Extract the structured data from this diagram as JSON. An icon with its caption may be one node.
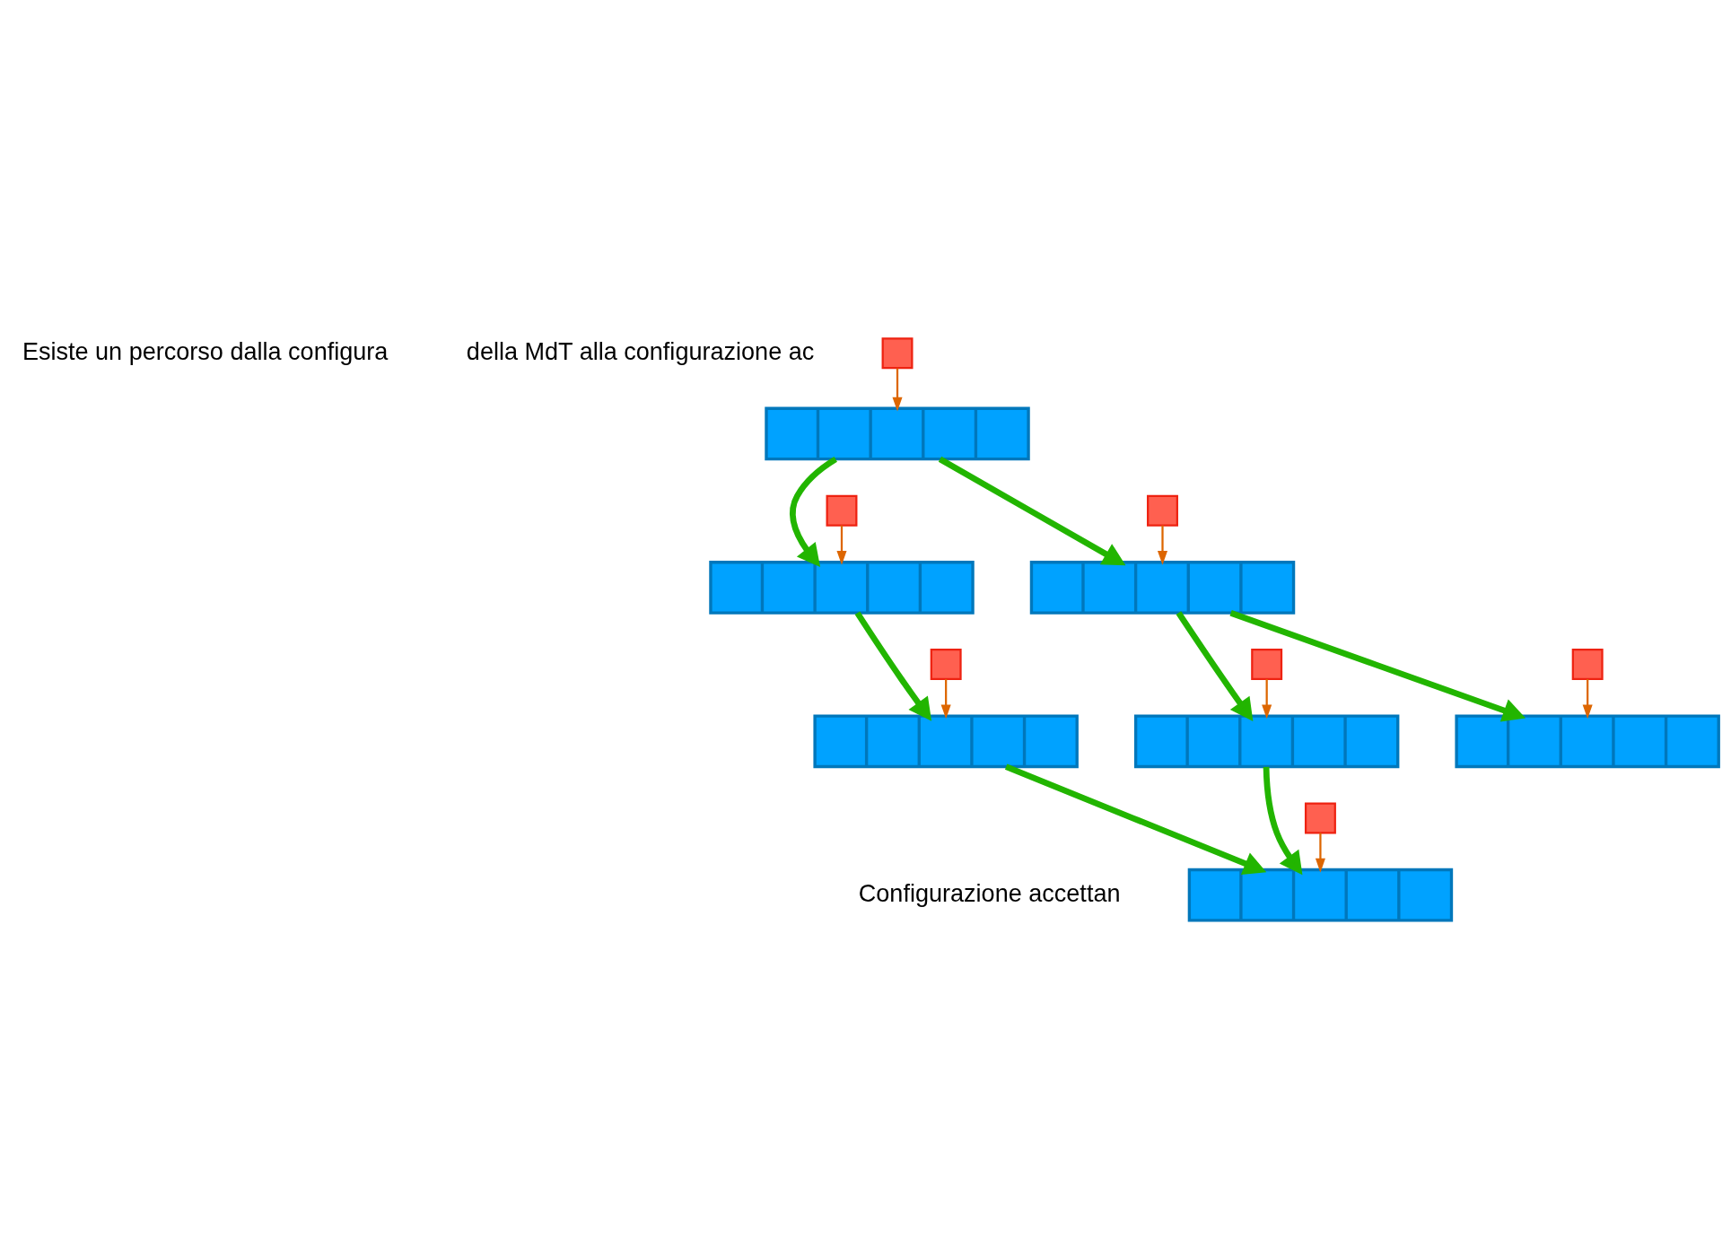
{
  "diagram": {
    "nodes": [
      {
        "text": [],
        "shape": "box"
      },
      {
        "text": [],
        "shape": "bar"
      },
      {
        "text": [],
        "shape": "box"
      },
      {
        "text": [],
        "shape": "bar"
      },
      {
        "text": [],
        "shape": "box"
      },
      {
        "text": [],
        "shape": "bar"
      },
      {
        "text": [],
        "shape": "box"
      },
      {
        "text": [],
        "shape": "bar"
      },
      {
        "text": [],
        "shape": "box"
      },
      {
        "text": [],
        "shape": "bar"
      },
      {
        "text": [],
        "shape": "box"
      },
      {
        "text": [],
        "shape": "bar"
      },
      {
        "text": [],
        "shape": "box"
      },
      {
        "text": [],
        "shape": "bar"
      }
    ],
    "edges": [
      {
        "from": 0,
        "to": 1,
        "arrow": "to",
        "color": "#dd6600"
      },
      {
        "from": 2,
        "to": 3,
        "arrow": "to",
        "color": "#dd6600"
      },
      {
        "from": 4,
        "to": 5,
        "arrow": "to",
        "color": "#dd6600"
      },
      {
        "from": 6,
        "to": 7,
        "arrow": "to",
        "color": "#dd6600"
      },
      {
        "from": 8,
        "to": 9,
        "arrow": "to",
        "color": "#dd6600"
      },
      {
        "from": 10,
        "to": 11,
        "arrow": "to",
        "color": "#dd6600"
      },
      {
        "from": 12,
        "to": 13,
        "arrow": "to",
        "color": "#dd6600"
      },
      {
        "from": 1,
        "to": 3,
        "arrow": "to",
        "style": "thick",
        "color": "#22b500"
      },
      {
        "from": 1,
        "to": 7,
        "arrow": "to",
        "style": "thick",
        "color": "#22b500"
      },
      {
        "from": 3,
        "to": 5,
        "arrow": "to",
        "style": "thick",
        "color": "#22b500"
      },
      {
        "from": 7,
        "to": 9,
        "arrow": "to",
        "style": "thick",
        "color": "#22b500"
      },
      {
        "from": 7,
        "to": 13,
        "arrow": "to",
        "style": "thick",
        "color": "#22b500"
      },
      {
        "from": 5,
        "to": 11,
        "arrow": "to",
        "style": "thick",
        "color": "#22b500"
      },
      {
        "from": 9,
        "to": 11,
        "arrow": "to",
        "style": "thick",
        "color": "#22b500"
      }
    ],
    "labels": [
      "Esiste un percorso dalla configura",
      "della MdT alla configurazione ac",
      "Configurazione accettan"
    ]
  }
}
